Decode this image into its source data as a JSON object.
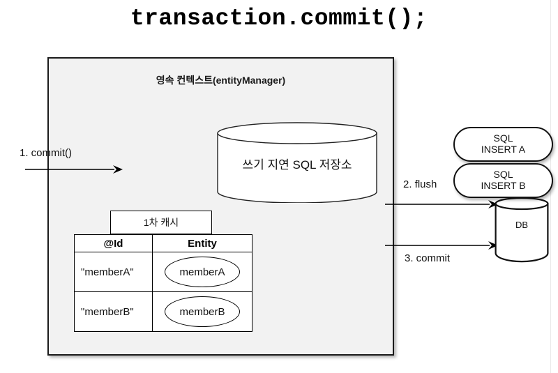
{
  "title": "transaction.commit();",
  "persistence_context": {
    "header": "영속 컨텍스트(entityManager)",
    "sql_store": {
      "label": "쓰기 지연 SQL 저장소",
      "shape": "cylinder"
    },
    "first_level_cache": {
      "tab_label": "1차 캐시",
      "columns": [
        "@Id",
        "Entity"
      ],
      "rows": [
        {
          "id": "\"memberA\"",
          "entity": "memberA"
        },
        {
          "id": "\"memberB\"",
          "entity": "memberB"
        }
      ]
    }
  },
  "arrows": {
    "commit_in": "1. commit()",
    "flush": "2. flush",
    "commit_db": "3. commit"
  },
  "database": {
    "label": "DB",
    "shape": "cylinder",
    "statements": [
      {
        "line1": "SQL",
        "line2": "INSERT A"
      },
      {
        "line1": "SQL",
        "line2": "INSERT B"
      }
    ]
  },
  "colors": {
    "panel_fill": "#f2f2f2",
    "panel_border": "#1a1a1a",
    "shape_fill": "#ffffff",
    "stroke": "#000000",
    "background": "#ffffff"
  }
}
